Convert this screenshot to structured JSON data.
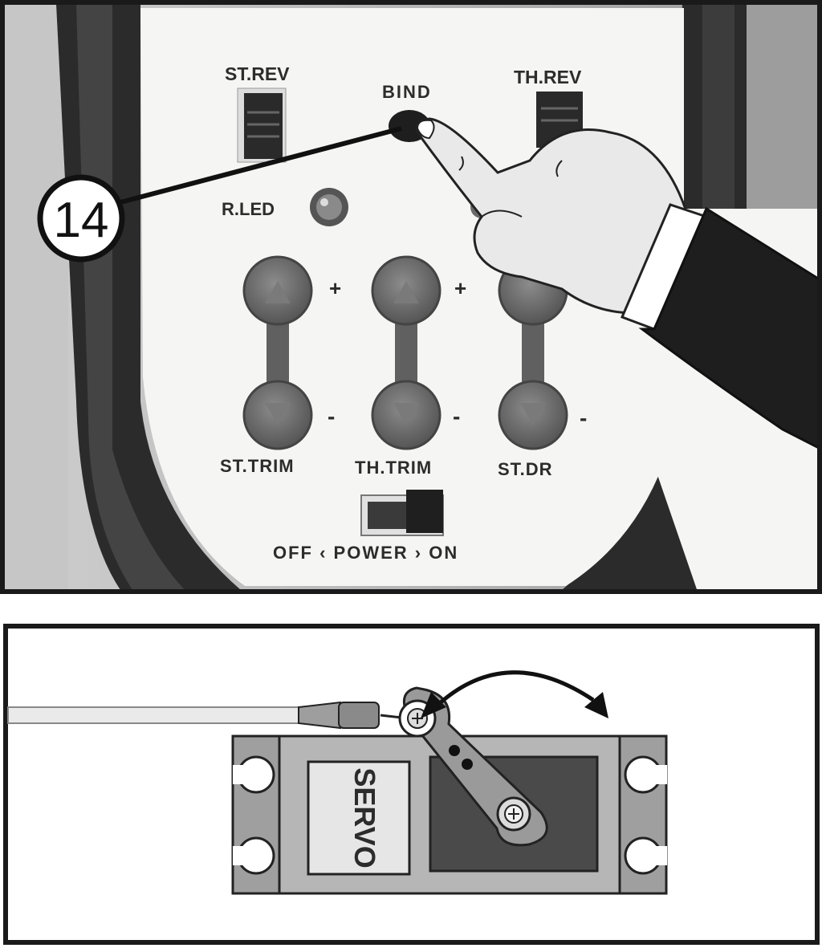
{
  "transmitter": {
    "labels": {
      "st_rev": "ST.REV",
      "bind": "BIND",
      "th_rev": "TH.REV",
      "r_led": "R.LED",
      "st_trim": "ST.TRIM",
      "th_trim": "TH.TRIM",
      "st_dr": "ST.DR",
      "power": "OFF ‹ POWER › ON",
      "plus": "+",
      "minus": "-"
    },
    "callout_number": "14"
  },
  "servo": {
    "label": "SERVO"
  },
  "colors": {
    "frame": "#1a1a1a",
    "panel_face": "#f4f4f2",
    "housing_dark": "#2e2e2e",
    "button_gray": "#6f6f6f",
    "servo_body": "#b8b8b8",
    "servo_dark": "#4a4a4a"
  }
}
